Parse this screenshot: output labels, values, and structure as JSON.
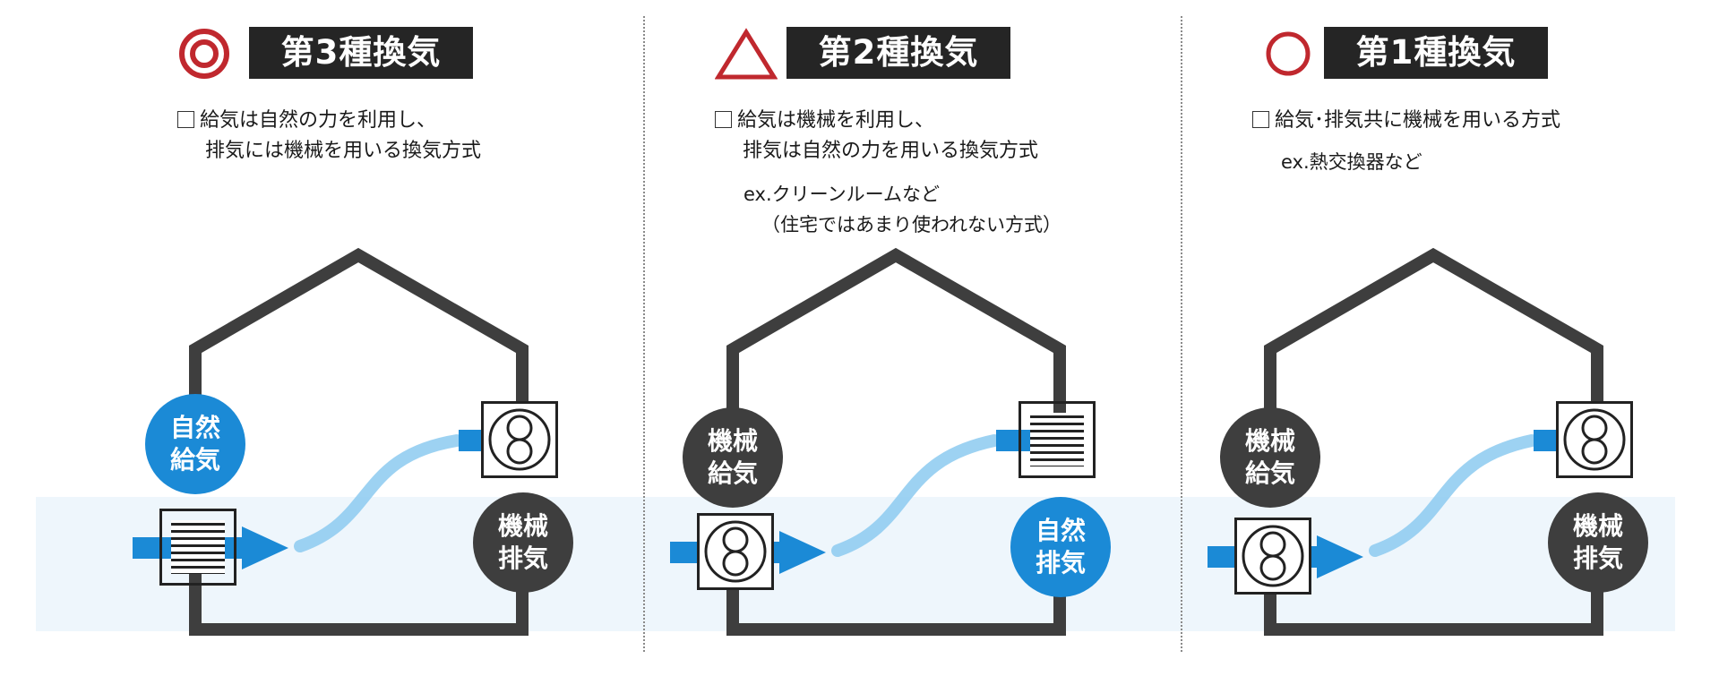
{
  "colors": {
    "accent_blue": "#1b8ad6",
    "light_blue": "#7cc0ea",
    "dark": "#3e3e3e",
    "title_bg": "#252525",
    "rank_red": "#c0282e"
  },
  "panels": [
    {
      "rank_icon": "double-circle-icon",
      "title": "第3種換気",
      "desc_line1": "給気は自然の力を利用し、",
      "desc_line2": "排気には機械を用いる換気方式",
      "example_line1": "",
      "example_line2": "",
      "supply_label": [
        "自然",
        "給気"
      ],
      "exhaust_label": [
        "機械",
        "排気"
      ],
      "supply_type": "natural",
      "exhaust_type": "mechanical"
    },
    {
      "rank_icon": "triangle-icon",
      "title": "第2種換気",
      "desc_line1": "給気は機械を利用し、",
      "desc_line2": "排気は自然の力を用いる換気方式",
      "example_line1": "ex.クリーンルームなど",
      "example_line2": "（住宅ではあまり使われない方式）",
      "supply_label": [
        "機械",
        "給気"
      ],
      "exhaust_label": [
        "自然",
        "排気"
      ],
      "supply_type": "mechanical",
      "exhaust_type": "natural"
    },
    {
      "rank_icon": "circle-icon",
      "title": "第1種換気",
      "desc_line1": "給気･排気共に機械を用いる方式",
      "desc_line2": "",
      "example_line1": "ex.熱交換器など",
      "example_line2": "",
      "supply_label": [
        "機械",
        "給気"
      ],
      "exhaust_label": [
        "機械",
        "排気"
      ],
      "supply_type": "mechanical",
      "exhaust_type": "mechanical"
    }
  ]
}
